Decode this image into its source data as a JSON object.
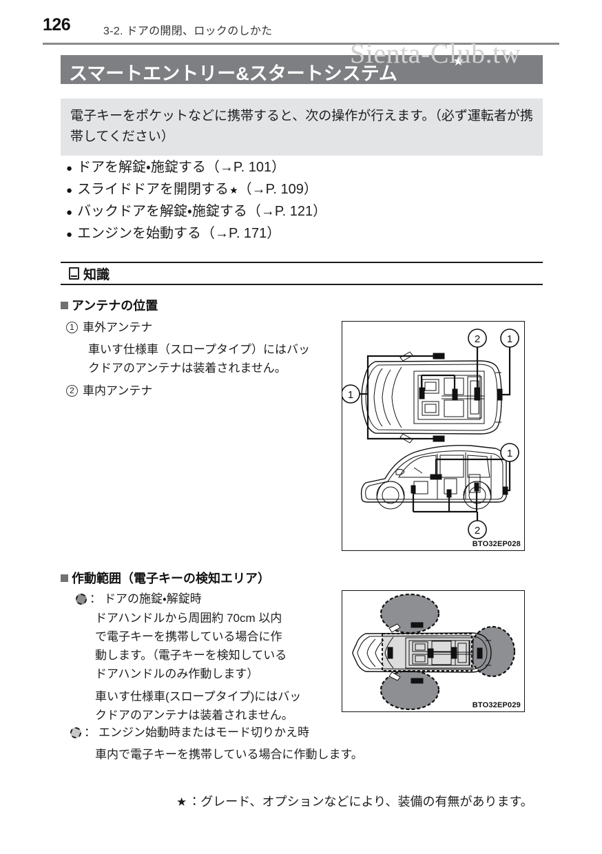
{
  "header": {
    "page_number": "126",
    "breadcrumb": "3-2. ドアの開閉、ロックのしかた",
    "watermark": "Sienta-Club.tw"
  },
  "title": {
    "text": "スマートエントリー&スタートシステム",
    "star": "★",
    "bar_color": "#7d7f82"
  },
  "intro": {
    "text": "電子キーをポケットなどに携帯すると、次の操作が行えます。（必ず運転者が携帯してください）",
    "bg_color": "#e3e4e6"
  },
  "bullets": [
    {
      "dot": "●",
      "text": "ドアを解錠・施錠する（→P. 101）",
      "star": ""
    },
    {
      "dot": "●",
      "text": "スライドドアを開閉する",
      "star": "★",
      "suffix": "（→P. 109）"
    },
    {
      "dot": "●",
      "text": "バックドアを解錠・施錠する（→P. 121）",
      "star": ""
    },
    {
      "dot": "●",
      "text": "エンジンを始動する（→P. 171）",
      "star": ""
    }
  ],
  "knowledge": {
    "label": "知識",
    "icon": "book-icon"
  },
  "section_antenna": {
    "heading": "アンテナの位置",
    "items": [
      {
        "num": "1",
        "label": "車外アンテナ"
      },
      {
        "num": "2",
        "label": "車内アンテナ"
      }
    ],
    "note_line1": "車いす仕様車（スロープタイプ）にはバッ",
    "note_line2": "クドアのアンテナは装着されません。"
  },
  "figure_antenna": {
    "caption": "BTO32EP028",
    "callouts": [
      "1",
      "2",
      "1",
      "1",
      "2"
    ]
  },
  "section_range": {
    "heading": "作動範囲（電子キーの検知エリア）",
    "legend1": {
      "symbol_color": "#8d8f92",
      "label": "ドアの施錠・解錠時",
      "body_lines": [
        "ドアハンドルから周囲約 70cm 以内",
        "で電子キーを携帯している場合に作",
        "動します。（電子キーを検知している",
        "ドアハンドルのみ作動します）"
      ],
      "note_lines": [
        "車いす仕様車(スロープタイプ)にはバッ",
        "クドアのアンテナは装着されません。"
      ]
    },
    "legend2": {
      "symbol_color": "#c8c9cb",
      "label": "エンジン始動時またはモード切りかえ時",
      "body_lines": [
        "車内で電子キーを携帯している場合に作動します。"
      ]
    }
  },
  "figure_range": {
    "caption": "BTO32EP029",
    "zone_outer_color": "#8d8f92",
    "zone_inner_color": "#dcdcdc"
  },
  "footnote": {
    "star": "★",
    "text": "：グレード、オプションなどにより、装備の有無があります。"
  }
}
